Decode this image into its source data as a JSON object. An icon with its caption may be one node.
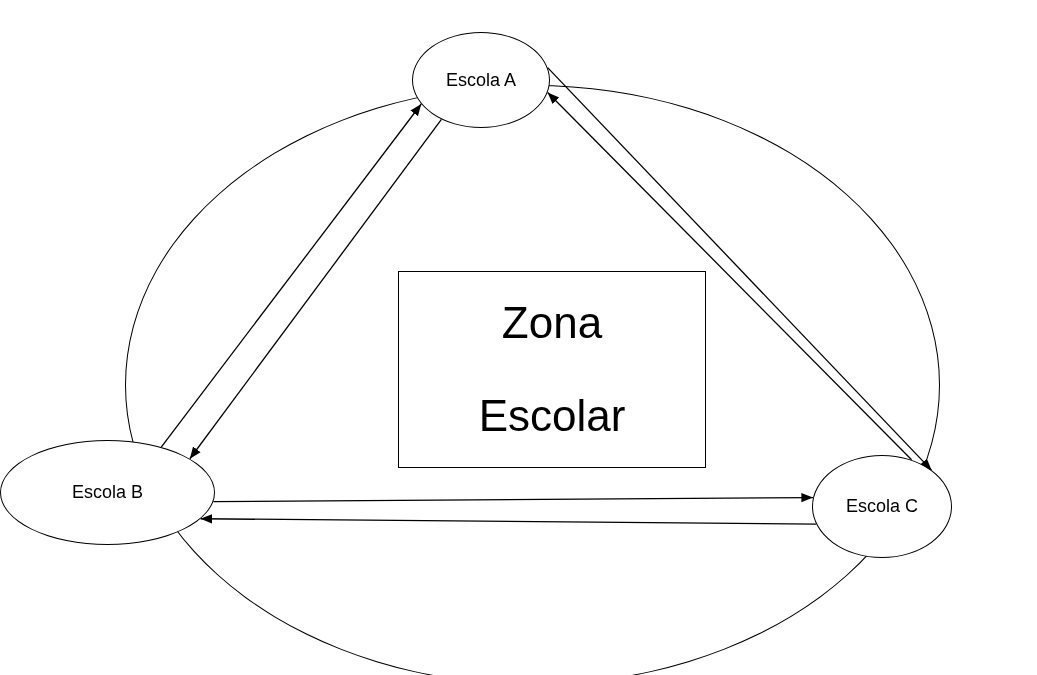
{
  "diagram": {
    "nodes": [
      {
        "text": [],
        "shape": "circle"
      },
      {
        "text": [
          "Escola A"
        ]
      },
      {
        "text": [
          "Zona Escolar"
        ],
        "in": 0
      },
      {
        "text": [
          "Escola B"
        ]
      },
      {
        "text": [
          "Escola C"
        ]
      }
    ],
    "edges": [
      {
        "from": 3,
        "to": 1,
        "arrow": "to"
      },
      {
        "from": 1,
        "to": 3,
        "arrow": "to"
      },
      {
        "from": 1,
        "to": 4,
        "arrow": "to"
      },
      {
        "from": 4,
        "to": 1,
        "arrow": "to"
      },
      {
        "from": 3,
        "to": 4,
        "arrow": "to"
      },
      {
        "from": 4,
        "to": 3,
        "arrow": "to"
      }
    ]
  }
}
